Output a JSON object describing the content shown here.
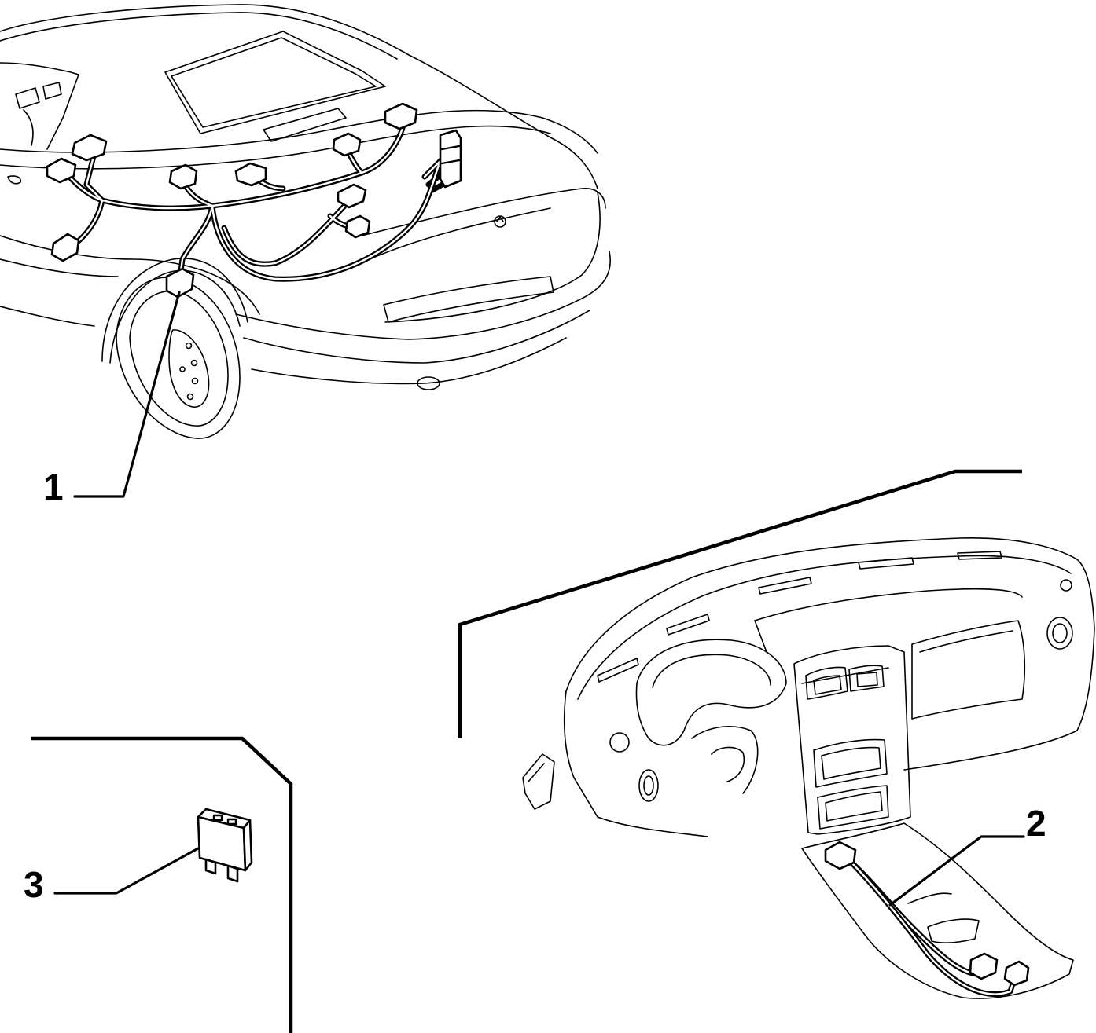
{
  "callouts": [
    {
      "id": "1",
      "label": "1"
    },
    {
      "id": "2",
      "label": "2"
    },
    {
      "id": "3",
      "label": "3"
    }
  ],
  "icons": [
    "car-rear-body-icon",
    "wiring-harness-icon",
    "dashboard-icon",
    "fuse-icon"
  ],
  "colors": {
    "line": "#000000",
    "background": "#ffffff"
  }
}
